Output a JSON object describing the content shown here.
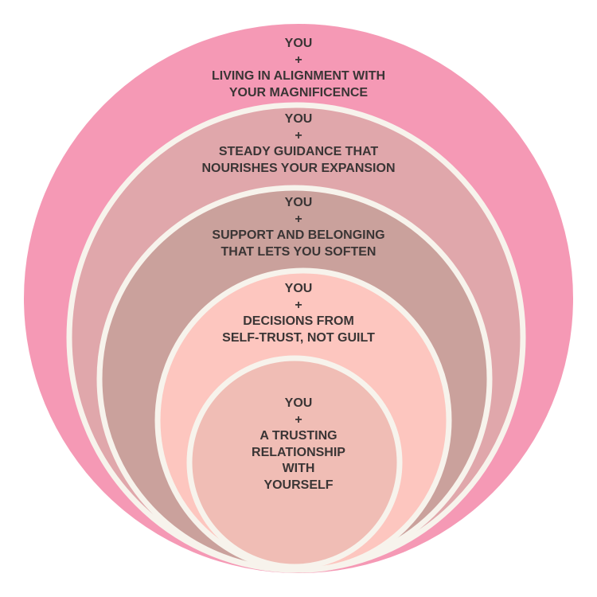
{
  "colors": {
    "ring1": "#F599B5",
    "ring2": "#E0A7AB",
    "ring3": "#CAA19C",
    "ring4": "#FDC6BF",
    "ring5": "#F0BDB5",
    "stroke": "#F7F3EC",
    "text": "#3A3535"
  },
  "rings": [
    {
      "lines": [
        "YOU",
        "+",
        "LIVING IN ALIGNMENT WITH",
        "YOUR MAGNIFICENCE"
      ]
    },
    {
      "lines": [
        "YOU",
        "+",
        "STEADY GUIDANCE THAT",
        "NOURISHES YOUR EXPANSION"
      ]
    },
    {
      "lines": [
        "YOU",
        "+",
        "SUPPORT AND BELONGING",
        "THAT LETS YOU SOFTEN"
      ]
    },
    {
      "lines": [
        "YOU",
        "+",
        "DECISIONS FROM",
        "SELF-TRUST, NOT GUILT"
      ]
    },
    {
      "lines": [
        "YOU",
        "+",
        "A TRUSTING",
        "RELATIONSHIP",
        "WITH",
        "YOURSELF"
      ]
    }
  ]
}
